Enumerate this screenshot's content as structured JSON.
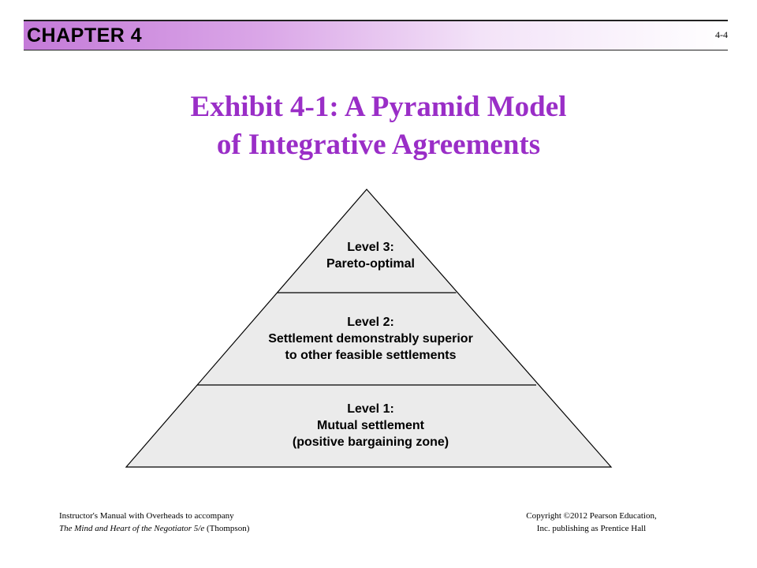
{
  "header": {
    "chapter": "CHAPTER 4",
    "page_number": "4-4"
  },
  "title": {
    "line1": "Exhibit 4-1: A Pyramid Model",
    "line2": "of Integrative Agreements"
  },
  "pyramid": {
    "levels": [
      {
        "line1": "Level 3:",
        "line2": "Pareto-optimal",
        "line3": ""
      },
      {
        "line1": "Level 2:",
        "line2": "Settlement demonstrably superior",
        "line3": "to other feasible settlements"
      },
      {
        "line1": "Level 1:",
        "line2": "Mutual settlement",
        "line3": "(positive bargaining zone)"
      }
    ],
    "fill_color": "#ebebeb",
    "stroke_color": "#000000"
  },
  "footer": {
    "left_line1": "Instructor's Manual with Overheads to accompany",
    "left_line2_italic": "The Mind and Heart of the Negotiator 5/e",
    "left_line2_rest": " (Thompson)",
    "right_line1": "Copyright ©2012 Pearson Education,",
    "right_line2": "Inc. publishing as Prentice Hall"
  },
  "colors": {
    "title": "#9a2ec7",
    "header_gradient_start": "#c47ad8"
  }
}
